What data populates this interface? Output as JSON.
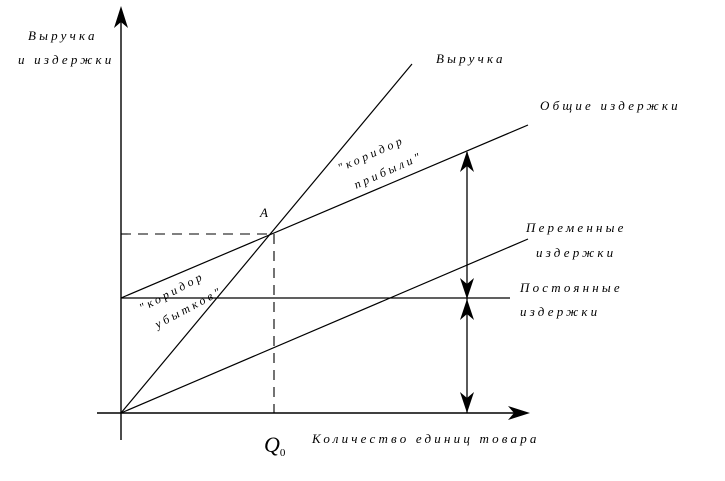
{
  "y_axis_label_line1": "Выручка",
  "y_axis_label_line2": "и издержки",
  "x_axis_label": "Количество единиц товара",
  "revenue_label": "Выручка",
  "total_costs_label": "Общие издержки",
  "variable_costs_line1": "Переменные",
  "variable_costs_line2": "издержки",
  "fixed_costs_line1": "Постоянные",
  "fixed_costs_line2": "издержки",
  "point_a_label": "A",
  "q0_symbol": "Q",
  "q0_subscript": "0",
  "profit_corridor_line1": "\"коридор",
  "profit_corridor_line2": "прибыли\"",
  "loss_corridor_line1": "\"коридор",
  "loss_corridor_line2": "убытков\"",
  "colors": {
    "line": "#000000",
    "background": "#ffffff"
  }
}
